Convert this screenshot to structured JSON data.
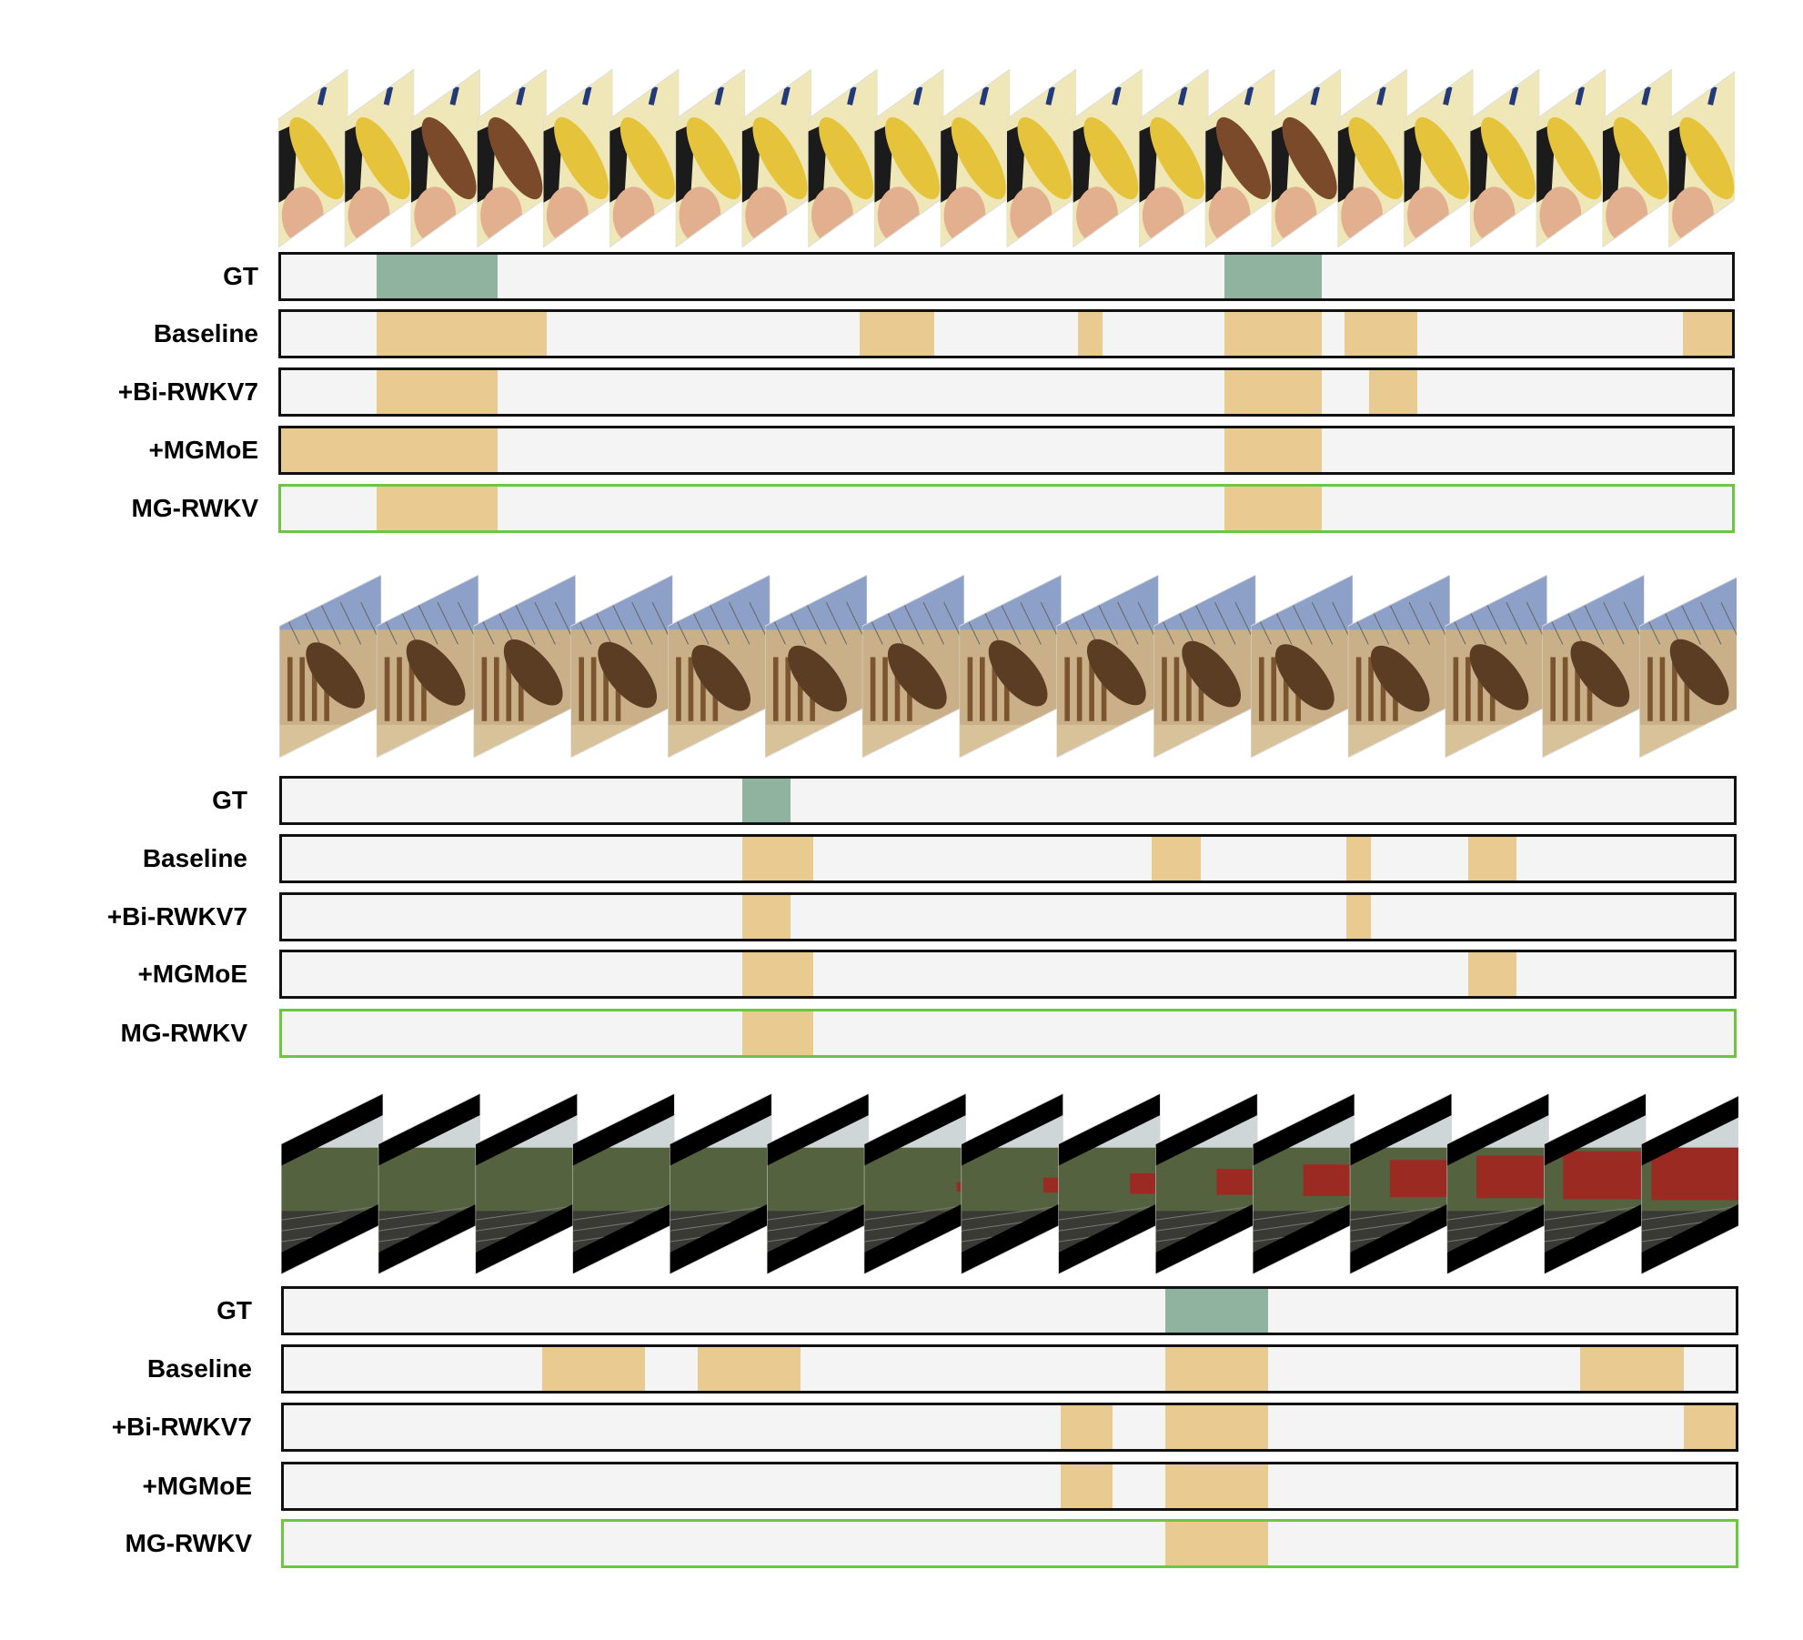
{
  "panels": [
    {
      "frames": {
        "count": 22,
        "theme": "banana-hand",
        "colors": {
          "bg": "#efe7b8",
          "main": "#e5c33a",
          "accent": "#5a3a1e",
          "skin": "#e2b08f"
        }
      },
      "rows": [
        {
          "label": "GT",
          "kind": "gt",
          "segments": [
            [
              0.066,
              0.149
            ],
            [
              0.65,
              0.717
            ]
          ]
        },
        {
          "label": "Baseline",
          "kind": "pred",
          "segments": [
            [
              0.066,
              0.183
            ],
            [
              0.399,
              0.45
            ],
            [
              0.549,
              0.566
            ],
            [
              0.65,
              0.717
            ],
            [
              0.733,
              0.783
            ],
            [
              0.966,
              1.0
            ]
          ]
        },
        {
          "label": "+Bi-RWKV7",
          "kind": "pred",
          "segments": [
            [
              0.066,
              0.149
            ],
            [
              0.65,
              0.717
            ],
            [
              0.75,
              0.783
            ]
          ]
        },
        {
          "label": "+MGMoE",
          "kind": "pred",
          "segments": [
            [
              0.0,
              0.149
            ],
            [
              0.65,
              0.717
            ]
          ]
        },
        {
          "label": "MG-RWKV",
          "kind": "pred",
          "highlight": true,
          "segments": [
            [
              0.066,
              0.149
            ],
            [
              0.65,
              0.717
            ]
          ]
        }
      ]
    },
    {
      "frames": {
        "count": 15,
        "theme": "eagle-fence",
        "colors": {
          "bg": "#c9b088",
          "main": "#5a3d22",
          "accent": "#8ca0c8",
          "skin": "#a57d4e"
        }
      },
      "rows": [
        {
          "label": "GT",
          "kind": "gt",
          "segments": [
            [
              0.317,
              0.35
            ]
          ]
        },
        {
          "label": "Baseline",
          "kind": "pred",
          "segments": [
            [
              0.317,
              0.366
            ],
            [
              0.599,
              0.633
            ],
            [
              0.733,
              0.75
            ],
            [
              0.817,
              0.85
            ]
          ]
        },
        {
          "label": "+Bi-RWKV7",
          "kind": "pred",
          "segments": [
            [
              0.317,
              0.35
            ],
            [
              0.733,
              0.75
            ]
          ]
        },
        {
          "label": "+MGMoE",
          "kind": "pred",
          "segments": [
            [
              0.317,
              0.366
            ],
            [
              0.817,
              0.85
            ]
          ]
        },
        {
          "label": "MG-RWKV",
          "kind": "pred",
          "highlight": true,
          "segments": [
            [
              0.317,
              0.366
            ]
          ]
        }
      ]
    },
    {
      "frames": {
        "count": 15,
        "theme": "train-track",
        "colors": {
          "bg": "#4f5a46",
          "main": "#9a2a22",
          "accent": "#b7c4c9",
          "skin": "#2f3a2c"
        }
      },
      "rows": [
        {
          "label": "GT",
          "kind": "gt",
          "segments": [
            [
              0.607,
              0.678
            ]
          ]
        },
        {
          "label": "Baseline",
          "kind": "pred",
          "segments": [
            [
              0.178,
              0.249
            ],
            [
              0.285,
              0.356
            ],
            [
              0.607,
              0.678
            ],
            [
              0.893,
              0.964
            ]
          ]
        },
        {
          "label": "+Bi-RWKV7",
          "kind": "pred",
          "segments": [
            [
              0.535,
              0.571
            ],
            [
              0.607,
              0.678
            ],
            [
              0.964,
              1.0
            ]
          ]
        },
        {
          "label": "+MGMoE",
          "kind": "pred",
          "segments": [
            [
              0.535,
              0.571
            ],
            [
              0.607,
              0.678
            ]
          ]
        },
        {
          "label": "MG-RWKV",
          "kind": "pred",
          "highlight": true,
          "segments": [
            [
              0.607,
              0.678
            ]
          ]
        }
      ]
    }
  ],
  "colors": {
    "gt": "#8fb39f",
    "pred": "#e9cb92",
    "track_bg": "#f4f4f4",
    "track_border": "#111111",
    "highlight_border": "#6cc644"
  }
}
